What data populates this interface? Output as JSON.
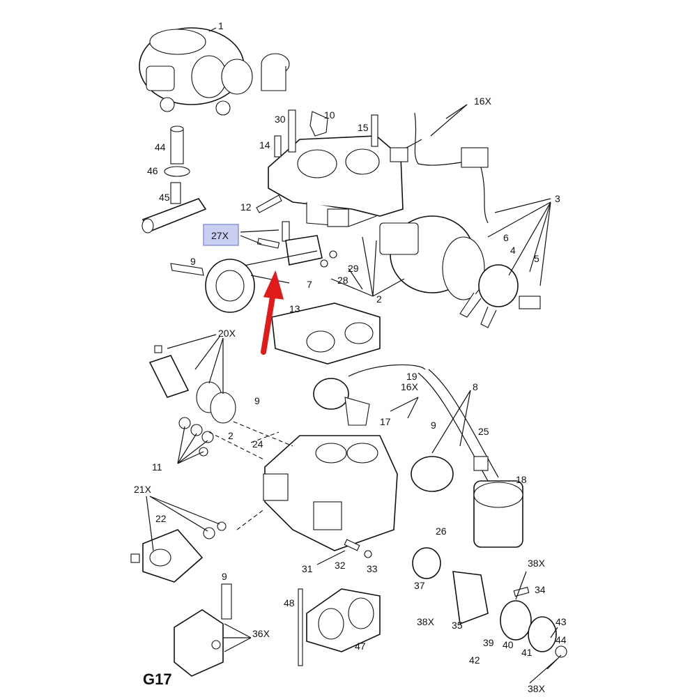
{
  "figure_id": "G17",
  "highlighted_part": "27X",
  "accent_colors": {
    "highlight_box": "#c9cff0",
    "highlight_border": "#8a96d8",
    "arrow": "#e01b1b"
  },
  "callouts": {
    "c1": "1",
    "c10": "10",
    "c16a": "16X",
    "c30": "30",
    "c15": "15",
    "c44": "44",
    "c14": "14",
    "c46": "46",
    "c45": "45",
    "c3": "3",
    "c12": "12",
    "c27": "27X",
    "c6": "6",
    "c4": "4",
    "c9a": "9",
    "c5": "5",
    "c29": "29",
    "c28": "28",
    "c7": "7",
    "c2a": "2",
    "c13": "13",
    "c20": "20X",
    "c19": "19",
    "c16b": "16X",
    "c8": "8",
    "c9b": "9",
    "c17": "17",
    "c9c": "9",
    "c2b": "2",
    "c24": "24",
    "c25": "25",
    "c11": "11",
    "c18": "18",
    "c21": "21X",
    "c22": "22",
    "c26": "26",
    "c38a": "38X",
    "c31": "31",
    "c32": "32",
    "c33": "33",
    "c37": "37",
    "c34": "34",
    "c9d": "9",
    "c48": "48",
    "c38b": "38X",
    "c35": "35",
    "c43": "43",
    "c36": "36X",
    "c39": "39",
    "c40": "40",
    "c41": "41",
    "c44b": "44",
    "c47": "47",
    "c42": "42",
    "c38c": "38X"
  }
}
